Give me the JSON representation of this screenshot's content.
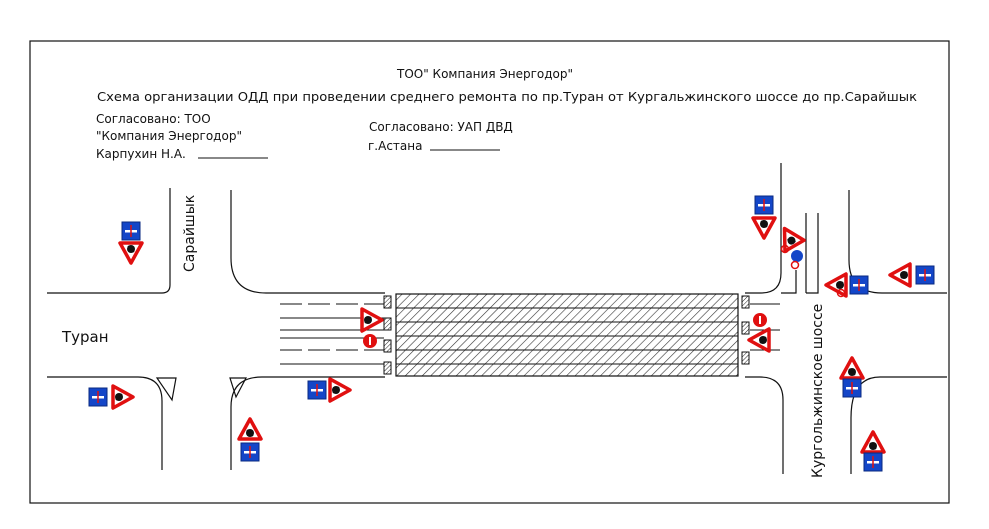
{
  "header": {
    "company_line": "ТОО\" Компания Энергодор\"",
    "scheme_title": "Схема организации ОДД при проведении среднего ремонта по пр.Туран от Кургальжинского шоссе до пр.Сарайшык"
  },
  "approvals": {
    "left_line1": "Согласовано: ТОО",
    "left_line2": "\"Компания Энергодор\"",
    "left_line3": "Карпухин Н.А.",
    "right_line1": "Согласовано: УАП ДВД",
    "right_line2": "г.Астана"
  },
  "streets": {
    "sarayshyk": "Сарайшык",
    "turan": "Туран",
    "kurgalzhino": "Кургольжинское шоссе"
  },
  "colors": {
    "line": "#111111",
    "sign_red": "#e01010",
    "sign_blue": "#1446c8",
    "hatch": "#333333"
  },
  "signs": [
    {
      "icon": "road-works-sign"
    },
    {
      "icon": "lane-direction-sign"
    },
    {
      "icon": "no-entry-sign"
    },
    {
      "icon": "keep-right-sign"
    },
    {
      "icon": "road-narrows-sign"
    }
  ]
}
